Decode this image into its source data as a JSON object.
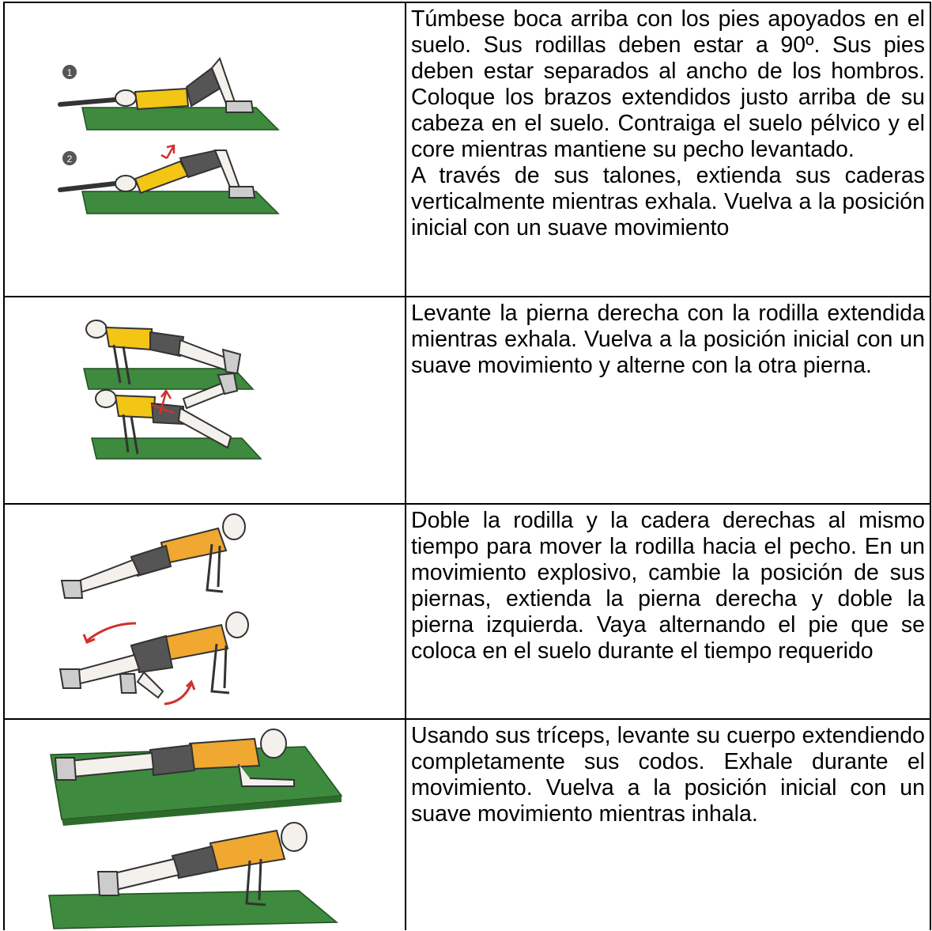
{
  "exercises": [
    {
      "markers": [
        "1",
        "2"
      ],
      "paragraphs": [
        "Túmbese boca arriba con los pies apoyados en el suelo. Sus rodillas deben estar a 90º. Sus pies deben estar separados al ancho de los hombros. Coloque los brazos extendidos justo arriba de su cabeza en el suelo. Contraiga el suelo pélvico y el core mientras mantiene su pecho levantado.",
        "A través de sus talones, extienda sus caderas verticalmente mientras exhala. Vuelva a la posición inicial con un suave movimiento"
      ]
    },
    {
      "paragraphs": [
        "Levante la pierna derecha con la rodilla extendida mientras exhala. Vuelva a la posición inicial con un suave movimiento y alterne con la otra pierna."
      ]
    },
    {
      "paragraphs": [
        "Doble la rodilla y la cadera derechas al mismo tiempo para mover la rodilla hacia el pecho. En un movimiento explosivo, cambie la posición de sus piernas, extienda la pierna derecha y doble la pierna izquierda. Vaya alternando el pie que se coloca en el suelo durante el tiempo requerido"
      ]
    },
    {
      "paragraphs": [
        "Usando sus tríceps, levante su cuerpo extendiendo completamente sus codos. Exhale durante el movimiento. Vuelva a la posición inicial con un suave movimiento mientras inhala."
      ]
    }
  ],
  "colors": {
    "mat": "#3e8a3e",
    "mat_dark": "#2c6b2c",
    "shirt_yellow": "#f3c515",
    "shirt_orange": "#f0a830",
    "shorts": "#555555",
    "skin": "#f4f1ec",
    "arrow": "#d0312d"
  },
  "icons": [
    "glute-bridge-illustration",
    "single-leg-bridge-illustration",
    "mountain-climber-illustration",
    "plank-to-push-up-illustration"
  ]
}
